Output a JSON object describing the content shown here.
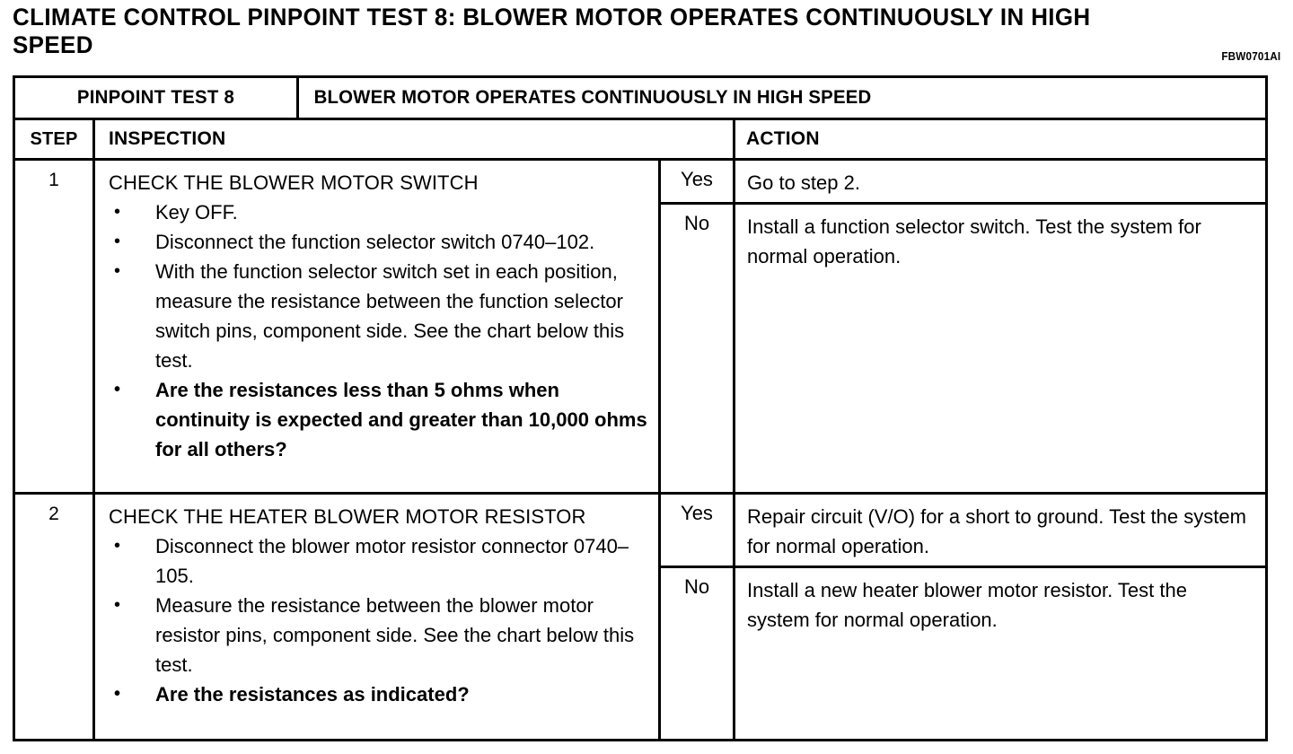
{
  "document": {
    "title": "CLIMATE CONTROL PINPOINT TEST 8: BLOWER MOTOR OPERATES CONTINUOUSLY IN HIGH SPEED",
    "figure_code": "FBW0701AI"
  },
  "banner": {
    "test_label": "PINPOINT TEST 8",
    "test_title": "BLOWER MOTOR OPERATES CONTINUOUSLY IN HIGH SPEED"
  },
  "columns": {
    "step": "STEP",
    "inspection": "INSPECTION",
    "action": "ACTION"
  },
  "rows": [
    {
      "step": "1",
      "inspection": {
        "heading": "CHECK THE BLOWER MOTOR SWITCH",
        "bullets": [
          {
            "text": "Key OFF.",
            "bold": false
          },
          {
            "text": "Disconnect the function selector switch 0740–102.",
            "bold": false
          },
          {
            "text": "With the function selector switch set in each position, measure the resistance between the function selector switch pins, component side.  See the chart below this test.",
            "bold": false
          },
          {
            "text": "Are the resistances less than 5 ohms when continuity is expected and greater than 10,000 ohms for all others?",
            "bold": true
          }
        ]
      },
      "outcomes": [
        {
          "label": "Yes",
          "action": "Go to step 2."
        },
        {
          "label": "No",
          "action": "Install a function selector switch.  Test the system for normal operation."
        }
      ]
    },
    {
      "step": "2",
      "inspection": {
        "heading": "CHECK THE HEATER BLOWER MOTOR RESISTOR",
        "bullets": [
          {
            "text": "Disconnect the blower motor resistor connector 0740–105.",
            "bold": false
          },
          {
            "text": "Measure the resistance between the blower motor resistor pins, component side.  See the chart below this test.",
            "bold": false
          },
          {
            "text": "Are the resistances as indicated?",
            "bold": true
          }
        ]
      },
      "outcomes": [
        {
          "label": "Yes",
          "action": "Repair circuit (V/O) for a short to ground.  Test the system for normal operation."
        },
        {
          "label": "No",
          "action": "Install a new heater blower motor resistor. Test the system for normal operation."
        }
      ]
    }
  ],
  "bullet_glyph": "•",
  "colors": {
    "ink": "#000000",
    "paper": "#ffffff"
  }
}
